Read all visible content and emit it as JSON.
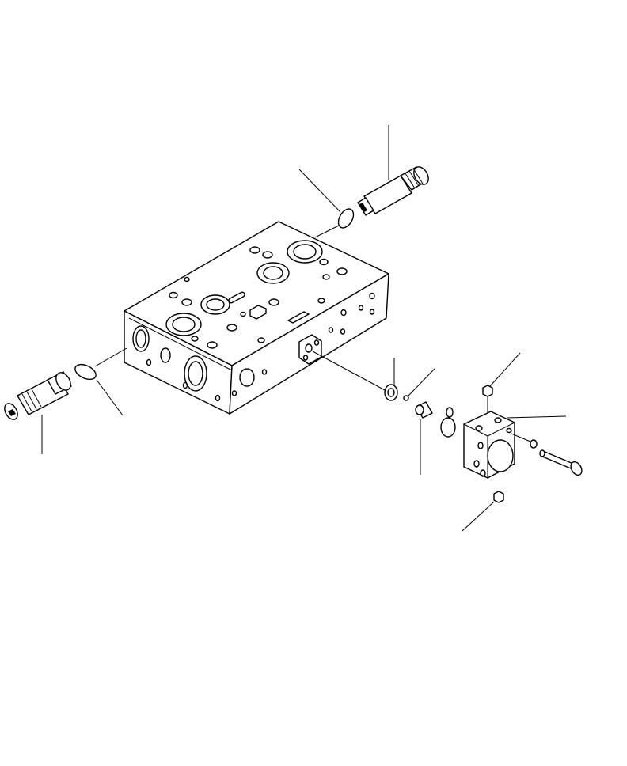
{
  "diagram": {
    "type": "exploded-parts-view",
    "background": "#ffffff",
    "line_color": "#000000",
    "labels": [],
    "parts": [
      "valve-block",
      "relief-valve-top",
      "o-ring-top",
      "relief-valve-left",
      "o-ring-left",
      "plug-small",
      "ball",
      "spool-piece",
      "o-rings-pair",
      "cover-block",
      "fitting-top",
      "fitting-bottom",
      "bolt",
      "washer"
    ]
  }
}
